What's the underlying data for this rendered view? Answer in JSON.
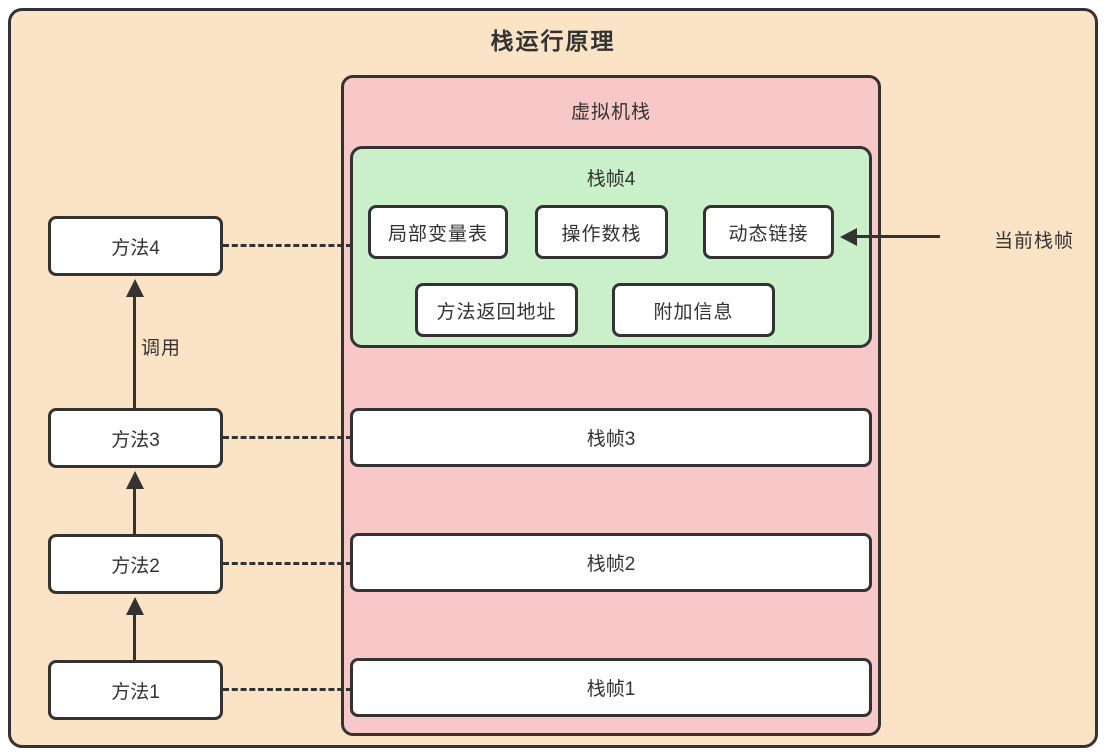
{
  "title": "栈运行原理",
  "vm_stack": {
    "label": "虚拟机栈",
    "current_frame": {
      "label": "栈帧4",
      "components_row1": [
        "局部变量表",
        "操作数栈",
        "动态链接"
      ],
      "components_row2": [
        "方法返回地址",
        "附加信息"
      ]
    },
    "frames": [
      "栈帧3",
      "栈帧2",
      "栈帧1"
    ]
  },
  "methods": [
    "方法4",
    "方法3",
    "方法2",
    "方法1"
  ],
  "call_label": "调用",
  "current_frame_label": "当前栈帧",
  "colors": {
    "canvas_background": "#fbe4c5",
    "vm_stack_background": "#f8c8c8",
    "current_frame_background": "#c9f0c9",
    "box_background": "#ffffff",
    "line_and_text": "#333333"
  }
}
